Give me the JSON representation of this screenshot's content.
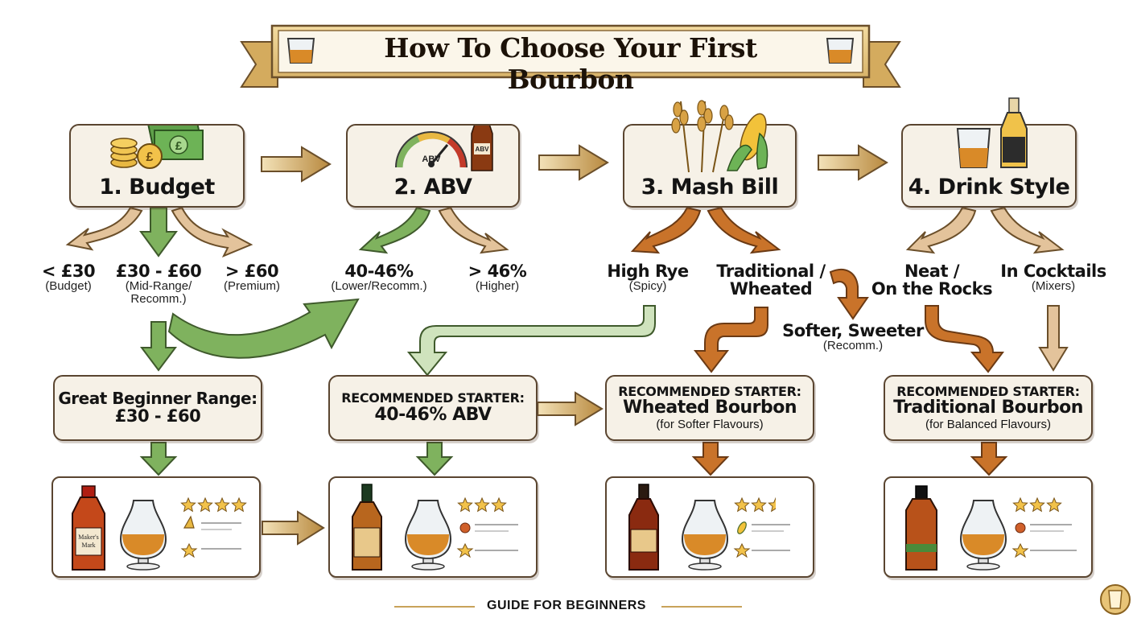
{
  "title": "How To Choose Your First Bourbon",
  "steps": [
    {
      "label": "1. Budget"
    },
    {
      "label": "2. ABV",
      "icon_text": "ABV",
      "bottle_text": "ABV"
    },
    {
      "label": "3. Mash Bill"
    },
    {
      "label": "4. Drink Style"
    }
  ],
  "options": {
    "budget_low": {
      "main": "< £30",
      "sub": "(Budget)"
    },
    "budget_mid": {
      "main": "£30 - £60",
      "sub1": "(Mid-Range/",
      "sub2": "Recomm.)"
    },
    "budget_high": {
      "main": "> £60",
      "sub": "(Premium)"
    },
    "abv_low": {
      "main": "40-46%",
      "sub": "(Lower/Recomm.)"
    },
    "abv_high": {
      "main": "> 46%",
      "sub": "(Higher)"
    },
    "high_rye": {
      "main": "High Rye",
      "sub": "(Spicy)"
    },
    "traditional": {
      "main1": "Traditional /",
      "main2": "Wheated"
    },
    "softer": {
      "main": "Softer, Sweeter",
      "sub": "(Recomm.)"
    },
    "neat": {
      "main1": "Neat /",
      "main2": "On the Rocks"
    },
    "cocktails": {
      "main": "In Cocktails",
      "sub": "(Mixers)"
    }
  },
  "results": [
    {
      "line1": "Great Beginner Range:",
      "line2": "£30 - £60"
    },
    {
      "top": "RECOMMENDED STARTER:",
      "main": "40-46% ABV"
    },
    {
      "top": "RECOMMENDED STARTER:",
      "main": "Wheated Bourbon",
      "sub": "(for Softer Flavours)"
    },
    {
      "top": "RECOMMENDED STARTER:",
      "main": "Traditional Bourbon",
      "sub": "(for Balanced Flavours)"
    }
  ],
  "products": [
    {
      "label_line1": "Maker's",
      "label_line2": "Mark",
      "stars": 4,
      "notes": [
        "caramel-icon",
        "star-icon"
      ]
    },
    {
      "stars": 3,
      "notes": [
        "spice-icon",
        "star-icon"
      ]
    },
    {
      "stars": 2.5,
      "notes": [
        "corn-icon",
        "star-icon"
      ]
    },
    {
      "stars": 3,
      "notes": [
        "spice-icon",
        "star-icon"
      ]
    }
  ],
  "footer": "GUIDE FOR BEGINNERS",
  "colors": {
    "brown": "#c9732a",
    "green": "#7fb25e",
    "tan": "#e3c39b",
    "gold": "#c8a25a",
    "outline": "#5a4530",
    "amber": "#d98a28"
  },
  "icons": [
    "whisky-glass-icon",
    "coins-icon",
    "banknote-icon",
    "abv-gauge-icon",
    "bottle-icon",
    "wheat-icon",
    "corn-icon",
    "tumbler-icon",
    "glencairn-glass-icon",
    "star-icon",
    "corner-logo-icon"
  ]
}
